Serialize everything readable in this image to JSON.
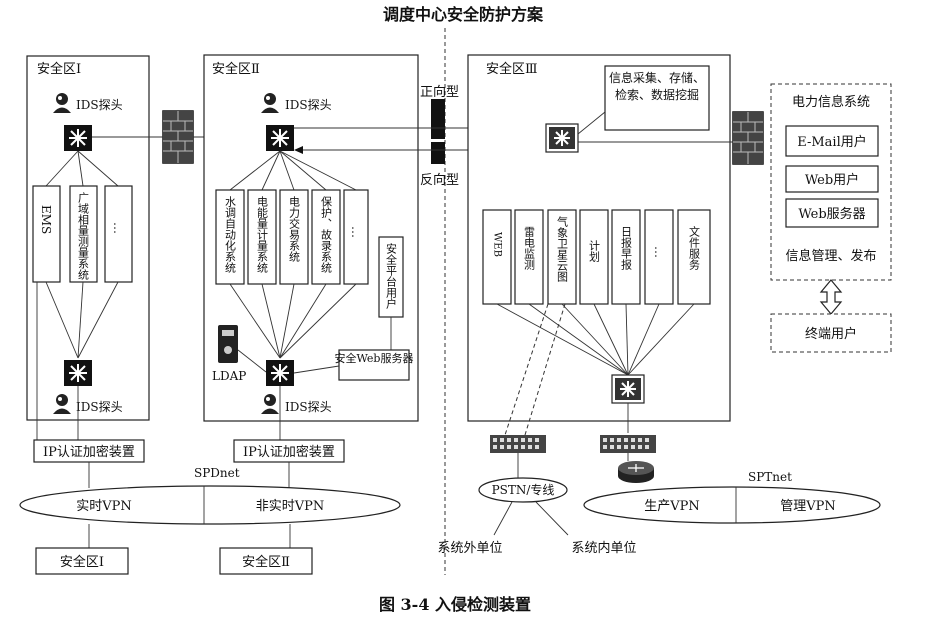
{
  "title": "调度中心安全防护方案",
  "caption": "图 3-4   入侵检测装置",
  "zones": {
    "zone1_label": "安全区Ⅰ",
    "zone2_label": "安全区Ⅱ",
    "zone3_label": "安全区Ⅲ"
  },
  "ids_label": "IDS探头",
  "zone1_systems": [
    "EMS",
    "广域相量测量系统",
    "…"
  ],
  "zone2_systems": [
    "水调自动化系统",
    "电能量计量系统",
    "电力交易系统",
    "保护、故录系统",
    "…"
  ],
  "zone2_security_user": "安全平台用户",
  "zone2_web_server": "安全Web服务器",
  "ldap_label": "LDAP",
  "isolation": {
    "forward": "正向型",
    "reverse": "反向型"
  },
  "zone3_info_box": "信息采集、存储、检索、数据挖掘",
  "zone3_systems": [
    "WEB",
    "雷电监测",
    "气象卫星云图",
    "计划",
    "日报早报",
    "…",
    "文件服务"
  ],
  "info_system": {
    "title": "电力信息系统",
    "items": [
      "E-Mail用户",
      "Web用户",
      "Web服务器"
    ],
    "footer": "信息管理、发布"
  },
  "terminal_user": "终端用户",
  "ip_encrypt": "IP认证加密装置",
  "spdnet": {
    "label": "SPDnet",
    "left": "实时VPN",
    "right": "非实时VPN"
  },
  "sptnet": {
    "label": "SPTnet",
    "left": "生产VPN",
    "right": "管理VPN"
  },
  "pstn": "PSTN/专线",
  "external_unit": "系统外单位",
  "internal_unit": "系统内单位",
  "bottom_zone1": "安全区Ⅰ",
  "bottom_zone2": "安全区Ⅱ"
}
